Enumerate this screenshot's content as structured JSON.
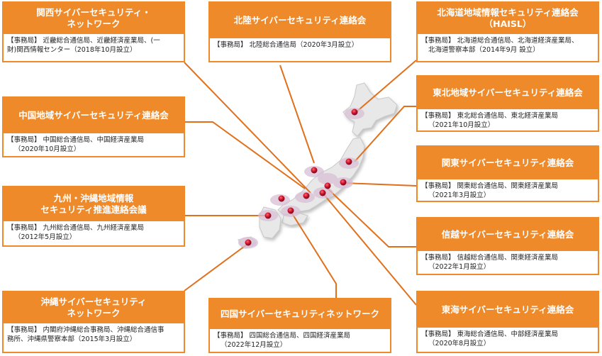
{
  "colors": {
    "accent": "#ef8a2a",
    "line": "#e0701c",
    "marker": "#c8102e",
    "land": "#e8e8e8"
  },
  "councils": {
    "kansai": {
      "title": [
        "関西サイバーセキュリティ・",
        "ネットワーク"
      ],
      "body": [
        "【事務局】 近畿総合通信局、近畿経済産業局、(一",
        "財)関西情報センター（2018年10月設立）"
      ]
    },
    "hokuriku": {
      "title": [
        "北陸サイバーセキュリティ連絡会"
      ],
      "body": [
        "【事務局】 北陸総合通信局（2020年3月設立）"
      ]
    },
    "hokkaido": {
      "title": [
        "北海道地域情報セキュリティ連絡会",
        "（HAISL）"
      ],
      "body": [
        "【事務局】 北海道総合通信局、北海道経済産業局、",
        "北海道警察本部（2014年9月 設立）"
      ]
    },
    "tohoku": {
      "title": [
        "東北地域サイバーセキュリティ連絡会"
      ],
      "body": [
        "【事務局】 東北総合通信局、東北経済産業局",
        "（2021年10月設立）"
      ]
    },
    "chugoku": {
      "title": [
        "中国地域サイバーセキュリティ連絡会"
      ],
      "body": [
        "【事務局】 中国総合通信局、中国経済産業局",
        "（2020年10月設立）"
      ]
    },
    "kanto": {
      "title": [
        "関東サイバーセキュリティ連絡会"
      ],
      "body": [
        "【事務局】 関東総合通信局、関東経済産業局",
        "（2021年3月設立）"
      ]
    },
    "kyushu": {
      "title": [
        "九州・沖縄地域情報",
        "セキュリティ推進連絡会議"
      ],
      "body": [
        "【事務局】 九州総合通信局、九州経済産業局",
        "（2012年5月設立）"
      ]
    },
    "shinetsu": {
      "title": [
        "信越サイバーセキュリティ連絡会"
      ],
      "body": [
        "【事務局】 信越総合通信局、関東経済産業局",
        "（2022年1月設立）"
      ]
    },
    "okinawa": {
      "title": [
        "沖縄サイバーセキュリティ",
        "ネットワーク"
      ],
      "body": [
        "【事務局】 内閣府沖縄総合事務局、沖縄総合通信事",
        "務所、沖縄県警察本部（2015年3月設立）"
      ]
    },
    "shikoku": {
      "title": [
        "四国サイバーセキュリティネットワーク"
      ],
      "body": [
        "【事務局】 四国総合通信局、四国経済産業局",
        "（2022年12月設立）"
      ]
    },
    "tokai": {
      "title": [
        "東海サイバーセキュリティ連絡会"
      ],
      "body": [
        "【事務局】 東海総合通信局、中部経済産業局",
        "（2020年8月設立）"
      ]
    }
  }
}
